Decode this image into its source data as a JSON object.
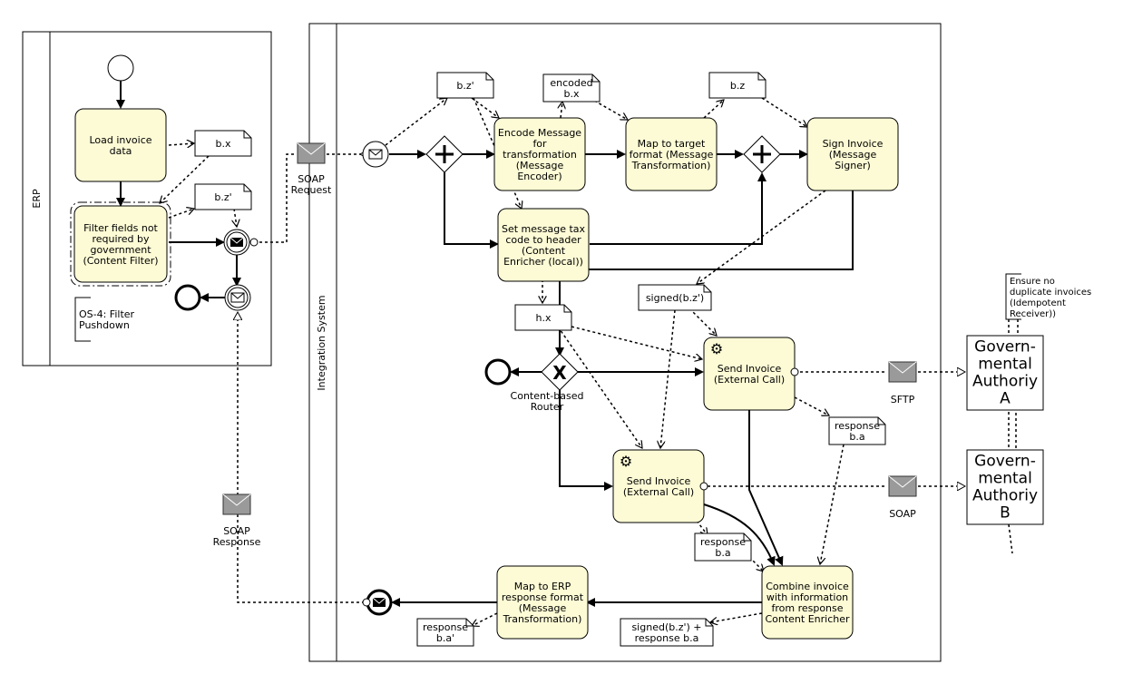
{
  "pools": {
    "erp": "ERP",
    "integration": "Integration System"
  },
  "tasks": {
    "load_invoice": [
      "Load invoice",
      "data"
    ],
    "filter_fields": [
      "Filter fields not",
      "required by",
      "government",
      "(Content Filter)"
    ],
    "encode_message": [
      "Encode Message",
      "for",
      "transformation",
      "(Message",
      "Encoder)"
    ],
    "map_target": [
      "Map to target",
      "format (Message",
      "Transformation)"
    ],
    "sign_invoice": [
      "Sign Invoice",
      "(Message",
      "Signer)"
    ],
    "set_tax": [
      "Set message tax",
      "code to header",
      "(Content",
      "Enricher (local))"
    ],
    "send_invoice_a": [
      "Send Invoice",
      "(External Call)"
    ],
    "send_invoice_b": [
      "Send Invoice",
      "(External Call)"
    ],
    "combine_invoice": [
      "Combine invoice",
      "with information",
      "from response",
      "Content Enricher"
    ],
    "map_erp": [
      "Map to ERP",
      "response format",
      "(Message",
      "Transformation)"
    ]
  },
  "data_objects": {
    "bx_erp": [
      "b.x"
    ],
    "bz_prime_erp": [
      "b.z'"
    ],
    "bz_prime_top": [
      "b.z'"
    ],
    "encoded_bx": [
      "encoded",
      "b.x"
    ],
    "bz": [
      "b.z"
    ],
    "hx": [
      "h.x"
    ],
    "signed_bz": [
      "signed(b.z')"
    ],
    "response_ba_a": [
      "response",
      "b.a"
    ],
    "response_ba_b": [
      "response",
      "b.a"
    ],
    "signed_response": [
      "signed(b.z') +",
      "response b.a"
    ],
    "response_ba_prime": [
      "response",
      "b.a'"
    ]
  },
  "annotations": {
    "filter_pushdown": [
      "OS-4: Filter",
      "Pushdown"
    ],
    "idempotent": [
      "Ensure no",
      "duplicate invoices",
      "(Idempotent",
      "Receiver))"
    ]
  },
  "messages": {
    "soap_request": [
      "SOAP",
      "Request"
    ],
    "soap_response": [
      "SOAP",
      "Response"
    ],
    "sftp": [
      "SFTP"
    ],
    "soap": [
      "SOAP"
    ]
  },
  "gateways": {
    "router": [
      "Content-based",
      "Router"
    ]
  },
  "external": {
    "authority_a": [
      "Govern-",
      "mental",
      "Authoriy",
      "A"
    ],
    "authority_b": [
      "Govern-",
      "mental",
      "Authoriy",
      "B"
    ]
  },
  "icon_names": [
    "start-event-icon",
    "end-event-icon",
    "message-event-icon",
    "gear-icon",
    "envelope-icon",
    "parallel-gateway-icon",
    "exclusive-gateway-icon"
  ]
}
